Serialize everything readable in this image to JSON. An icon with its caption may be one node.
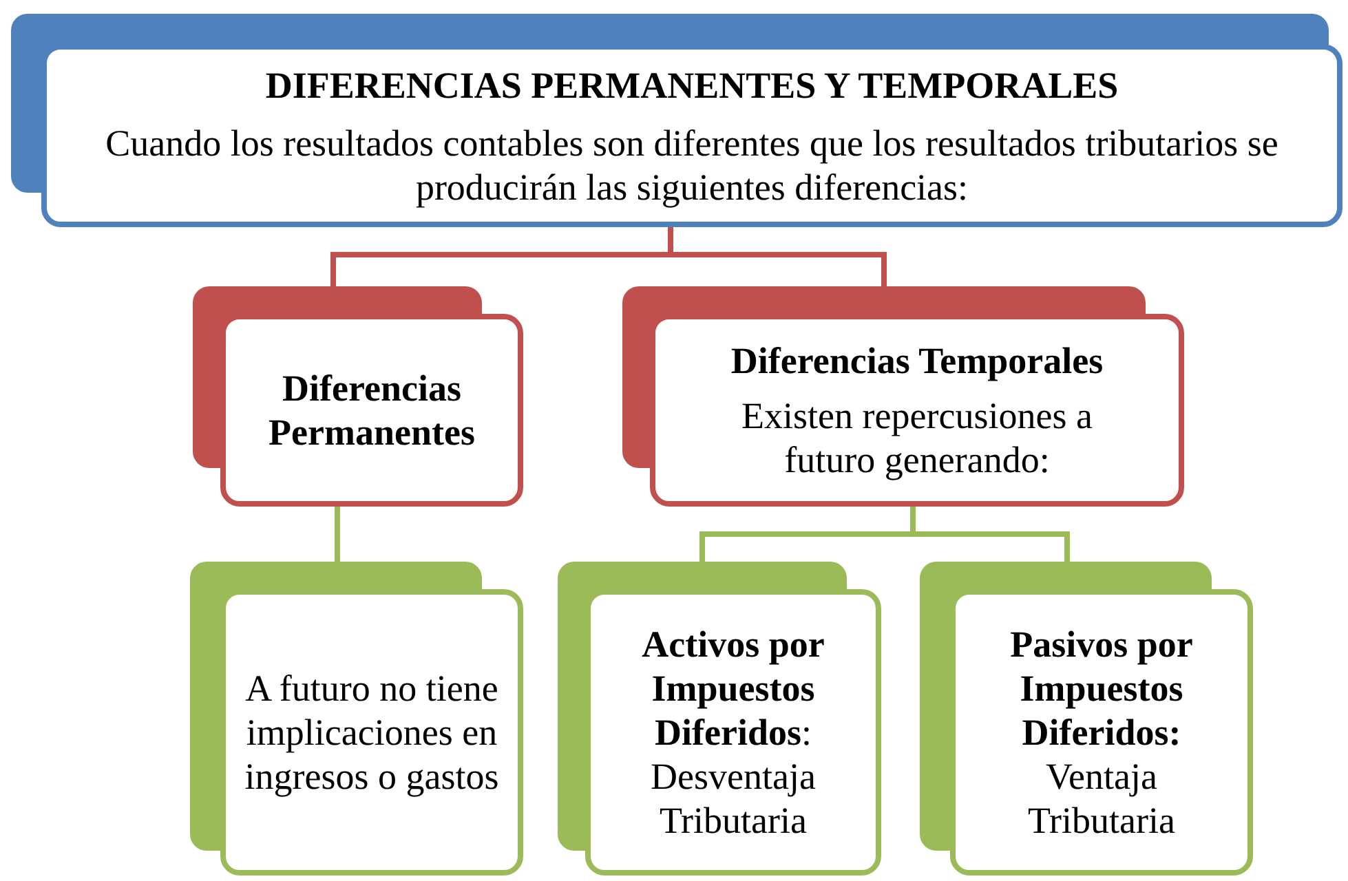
{
  "diagram": {
    "nodes": [
      {
        "text": [
          "DIFERENCIAS PERMANENTES Y TEMPORALES",
          "Cuando los resultados contables son diferentes que los resultados tributarios se producirán las siguientes diferencias:"
        ]
      },
      {
        "text": [
          "Diferencias Permanentes"
        ]
      },
      {
        "text": [
          "Diferencias Temporales",
          "Existen repercusiones a futuro generando:"
        ]
      },
      {
        "text": [
          "A futuro no tiene implicaciones en ingresos o gastos"
        ]
      },
      {
        "text": [
          "**Activos por Impuestos Diferidos**: Desventaja Tributaria"
        ]
      },
      {
        "text": [
          "**Pasivos por Impuestos Diferidos:** Ventaja Tributaria"
        ]
      }
    ],
    "edges": [
      {
        "from": 0,
        "to": 1,
        "arrow": "none",
        "color": "#c0504d"
      },
      {
        "from": 0,
        "to": 2,
        "arrow": "none",
        "color": "#c0504d"
      },
      {
        "from": 1,
        "to": 3,
        "arrow": "none"
      },
      {
        "from": 2,
        "to": 4,
        "arrow": "none"
      },
      {
        "from": 2,
        "to": 5,
        "arrow": "none"
      }
    ]
  }
}
